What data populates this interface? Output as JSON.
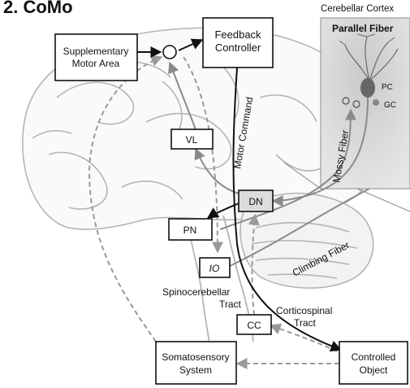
{
  "header_fragment": "2. CoMo",
  "cerebellar_cortex": {
    "title": "Cerebellar Cortex",
    "parallel_fiber": "Parallel Fiber",
    "pc": "PC",
    "gc": "GC"
  },
  "boxes": {
    "sma_line1": "Supplementary",
    "sma_line2": "Motor Area",
    "fc_line1": "Feedback",
    "fc_line2": "Controller",
    "vl": "VL",
    "dn": "DN",
    "pn": "PN",
    "io": "IO",
    "cc": "CC",
    "ss_line1": "Somatosensory",
    "ss_line2": "System",
    "co_line1": "Controlled",
    "co_line2": "Object"
  },
  "path_labels": {
    "motor_command": "Motor Command",
    "mossy_fiber": "Mossy Fiber",
    "climbing_fiber": "Climbing Fiber",
    "spinocerebellar_1": "Spinocerebellar",
    "spinocerebellar_2": "Tract",
    "corticospinal_1": "Corticospinal",
    "corticospinal_2": "Tract"
  },
  "colors": {
    "solid_gray": "#8a8a8a",
    "dashed_gray": "#9a9a9a",
    "black": "#111111",
    "cortex_panel": "#d9d9d9"
  }
}
